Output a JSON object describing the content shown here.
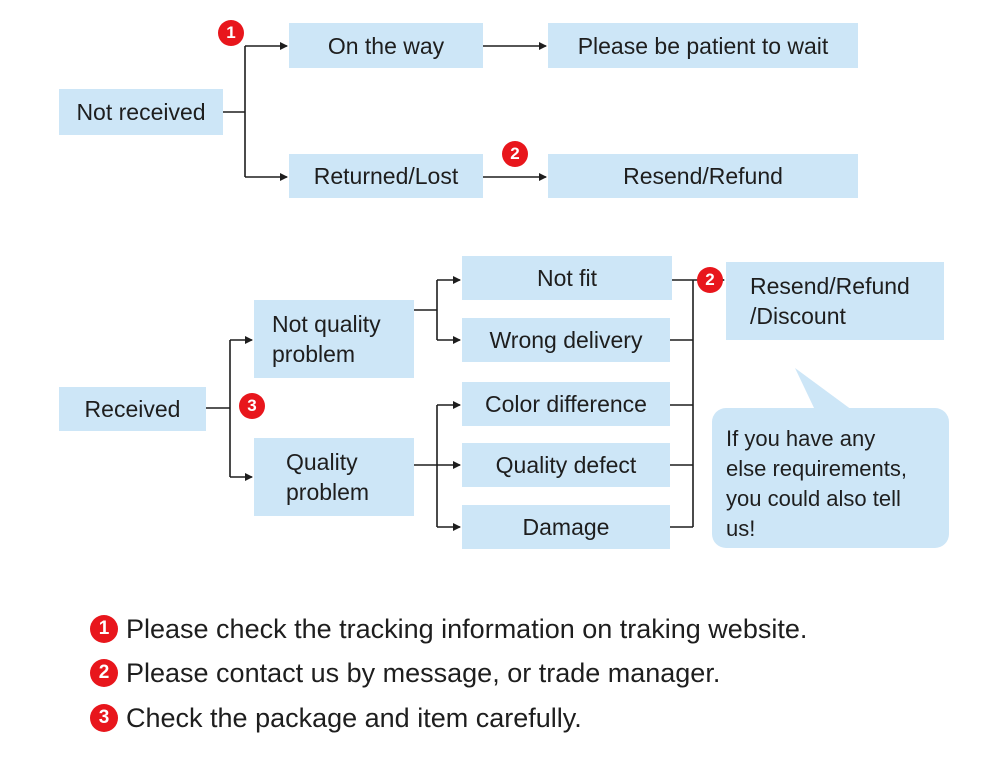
{
  "top": {
    "not_received": "Not received",
    "on_the_way": "On the way",
    "patient": "Please be patient to wait",
    "returned_lost": "Returned/Lost",
    "resend_refund": "Resend/Refund"
  },
  "bottom": {
    "received": "Received",
    "not_quality_problem": [
      "Not quality",
      "problem"
    ],
    "quality_problem": [
      "Quality",
      "problem"
    ],
    "not_fit": "Not fit",
    "wrong_delivery": "Wrong delivery",
    "color_difference": "Color difference",
    "quality_defect": "Quality defect",
    "damage": "Damage",
    "resend_refund_discount": [
      "Resend/Refund",
      "/Discount"
    ],
    "bubble": [
      "If you have any",
      "else requirements,",
      "you could also tell",
      "us!"
    ]
  },
  "badges": {
    "one": "1",
    "two": "2",
    "three": "3"
  },
  "notes": [
    {
      "num": "1",
      "text": "Please check the tracking information on traking website."
    },
    {
      "num": "2",
      "text": "Please contact us by message, or trade manager."
    },
    {
      "num": "3",
      "text": "Check the package and item carefully."
    }
  ],
  "colors": {
    "box": "#cde6f7",
    "badge": "#e8161c",
    "line": "#1e1e1e"
  }
}
